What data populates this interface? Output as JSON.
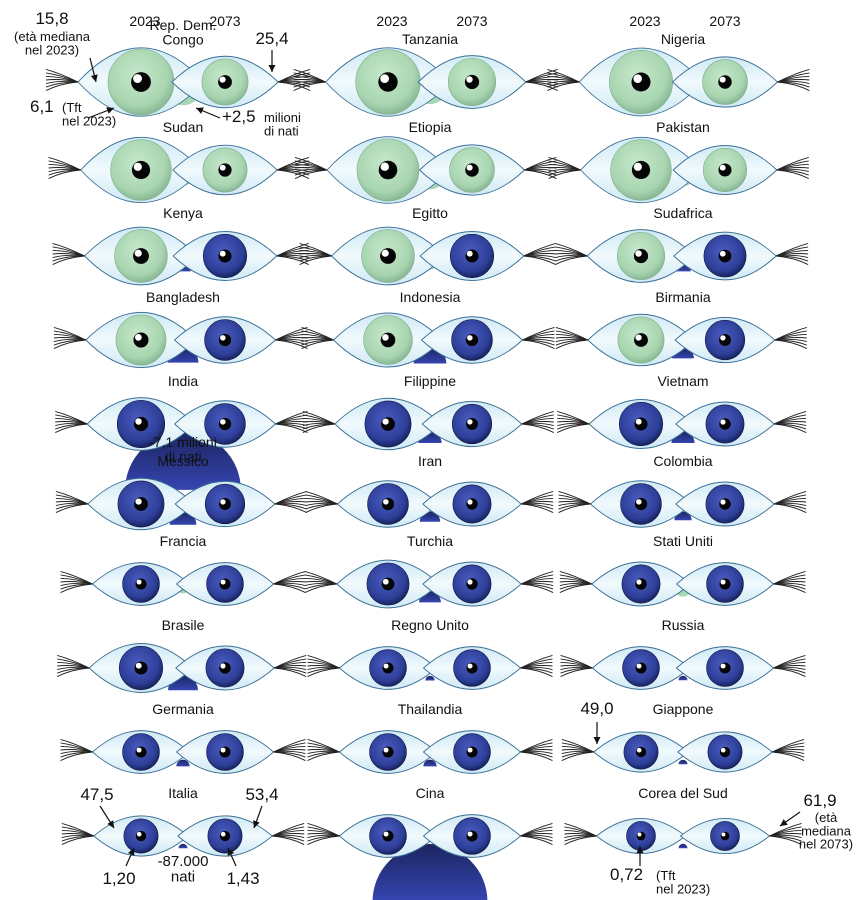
{
  "chart_data": {
    "type": "pictogram",
    "year_labels": [
      "2023",
      "2073"
    ],
    "encoding": {
      "eye_iris_size": "età mediana",
      "eye_iris_color_green_to_blue": "Tft",
      "half_disc_between_eyes": "differenza di nati 2023→2073",
      "half_disc_green": "aumento",
      "half_disc_blue": "diminuzione"
    },
    "countries": [
      {
        "name": "Rep. Dem.\nCongo",
        "iris2023": 1.0,
        "iris2073": 0.7,
        "green2023": true,
        "green2073": true,
        "births_change": 2.5
      },
      {
        "name": "Tanzania",
        "iris2023": 0.98,
        "iris2073": 0.72,
        "green2023": true,
        "green2073": true,
        "births_change": 2.2
      },
      {
        "name": "Nigeria",
        "iris2023": 0.96,
        "iris2073": 0.68,
        "green2023": true,
        "green2073": true,
        "births_change": 0.5
      },
      {
        "name": "Sudan",
        "iris2023": 0.92,
        "iris2073": 0.67,
        "green2023": true,
        "green2073": true,
        "births_change": 0.9
      },
      {
        "name": "Etiopia",
        "iris2023": 0.94,
        "iris2073": 0.68,
        "green2023": true,
        "green2073": true,
        "births_change": 1.6
      },
      {
        "name": "Pakistan",
        "iris2023": 0.92,
        "iris2073": 0.66,
        "green2023": true,
        "green2073": true,
        "births_change": 1.0
      },
      {
        "name": "Kenya",
        "iris2023": 0.8,
        "iris2073": 0.66,
        "green2023": true,
        "green2073": false,
        "births_change": -0.4
      },
      {
        "name": "Egitto",
        "iris2023": 0.8,
        "iris2073": 0.66,
        "green2023": true,
        "green2073": false,
        "births_change": 0.6
      },
      {
        "name": "Sudafrica",
        "iris2023": 0.72,
        "iris2073": 0.64,
        "green2023": true,
        "green2073": false,
        "births_change": -0.4
      },
      {
        "name": "Bangladesh",
        "iris2023": 0.76,
        "iris2073": 0.62,
        "green2023": true,
        "green2073": false,
        "births_change": -1.6
      },
      {
        "name": "Indonesia",
        "iris2023": 0.74,
        "iris2073": 0.62,
        "green2023": true,
        "green2073": false,
        "births_change": -1.8
      },
      {
        "name": "Birmania",
        "iris2023": 0.7,
        "iris2073": 0.6,
        "green2023": true,
        "green2073": false,
        "births_change": -0.8
      },
      {
        "name": "India",
        "iris2023": 0.72,
        "iris2073": 0.62,
        "green2023": false,
        "green2073": false,
        "births_change": -7.1
      },
      {
        "name": "Filippine",
        "iris2023": 0.7,
        "iris2073": 0.6,
        "green2023": false,
        "green2073": false,
        "births_change": -0.9
      },
      {
        "name": "Vietnam",
        "iris2023": 0.66,
        "iris2073": 0.58,
        "green2023": false,
        "green2073": false,
        "births_change": -0.9
      },
      {
        "name": "Messico",
        "iris2023": 0.7,
        "iris2073": 0.6,
        "green2023": false,
        "green2073": false,
        "births_change": -1.2
      },
      {
        "name": "Iran",
        "iris2023": 0.62,
        "iris2073": 0.58,
        "green2023": false,
        "green2073": false,
        "births_change": -0.7
      },
      {
        "name": "Colombia",
        "iris2023": 0.62,
        "iris2073": 0.58,
        "green2023": false,
        "green2073": false,
        "births_change": -0.5
      },
      {
        "name": "Francia",
        "iris2023": 0.56,
        "iris2073": 0.56,
        "green2023": false,
        "green2073": false,
        "births_change": 0.2
      },
      {
        "name": "Turchia",
        "iris2023": 0.64,
        "iris2073": 0.58,
        "green2023": false,
        "green2073": false,
        "births_change": -0.8
      },
      {
        "name": "Stati Uniti",
        "iris2023": 0.58,
        "iris2073": 0.56,
        "green2023": false,
        "green2073": false,
        "births_change": 0.5
      },
      {
        "name": "Brasile",
        "iris2023": 0.66,
        "iris2073": 0.58,
        "green2023": false,
        "green2073": false,
        "births_change": -1.5
      },
      {
        "name": "Regno Unito",
        "iris2023": 0.56,
        "iris2073": 0.56,
        "green2023": false,
        "green2073": false,
        "births_change": -0.15
      },
      {
        "name": "Russia",
        "iris2023": 0.56,
        "iris2073": 0.56,
        "green2023": false,
        "green2073": false,
        "births_change": -0.1
      },
      {
        "name": "Germania",
        "iris2023": 0.56,
        "iris2073": 0.56,
        "green2023": false,
        "green2073": false,
        "births_change": -0.3
      },
      {
        "name": "Thailandia",
        "iris2023": 0.56,
        "iris2073": 0.56,
        "green2023": false,
        "green2073": false,
        "births_change": -0.3
      },
      {
        "name": "Giappone",
        "iris2023": 0.52,
        "iris2073": 0.52,
        "green2023": false,
        "green2073": false,
        "births_change": -0.1
      },
      {
        "name": "Italia",
        "iris2023": 0.52,
        "iris2073": 0.52,
        "green2023": false,
        "green2073": false,
        "births_change": -0.087
      },
      {
        "name": "Cina",
        "iris2023": 0.56,
        "iris2073": 0.56,
        "green2023": false,
        "green2073": false,
        "births_change": -7.0
      },
      {
        "name": "Corea del Sud",
        "iris2023": 0.44,
        "iris2073": 0.44,
        "green2023": false,
        "green2073": false,
        "births_change": -0.02
      }
    ],
    "annotations": {
      "congo_median_2023_value": "15,8",
      "congo_median_2023_note": "(età mediana\nnel 2023)",
      "congo_median_2073_value": "25,4",
      "congo_tft_value": "6,1",
      "congo_tft_note": "(Tft\nnel 2023)",
      "congo_births": "+2,5",
      "congo_births_note": "milioni\ndi nati",
      "india_births": "-7,1 milioni\ndi nati",
      "japan_median": "49,0",
      "italy_median_2023": "47,5",
      "italy_median_2073": "53,4",
      "italy_tft_2023": "1,20",
      "italy_tft_2073": "1,43",
      "italy_births": "-87.000\nnati",
      "korea_median_2073_value": "61,9",
      "korea_median_2073_note": "(età\nmediana\nnel 2073)",
      "korea_tft_value": "0,72",
      "korea_tft_note": "(Tft\nnel 2023)"
    },
    "colors": {
      "iris_green": "#a8d5b0",
      "iris_green_dark": "#7fae8c",
      "iris_blue": "#2e3f99",
      "iris_blue_dark": "#101a4a",
      "sclera": "#e2f3f9",
      "eye_outline": "#3a6f95",
      "lash": "#222222",
      "disc_blue": "#2f3c9e",
      "disc_green": "#a9d6b4"
    }
  }
}
